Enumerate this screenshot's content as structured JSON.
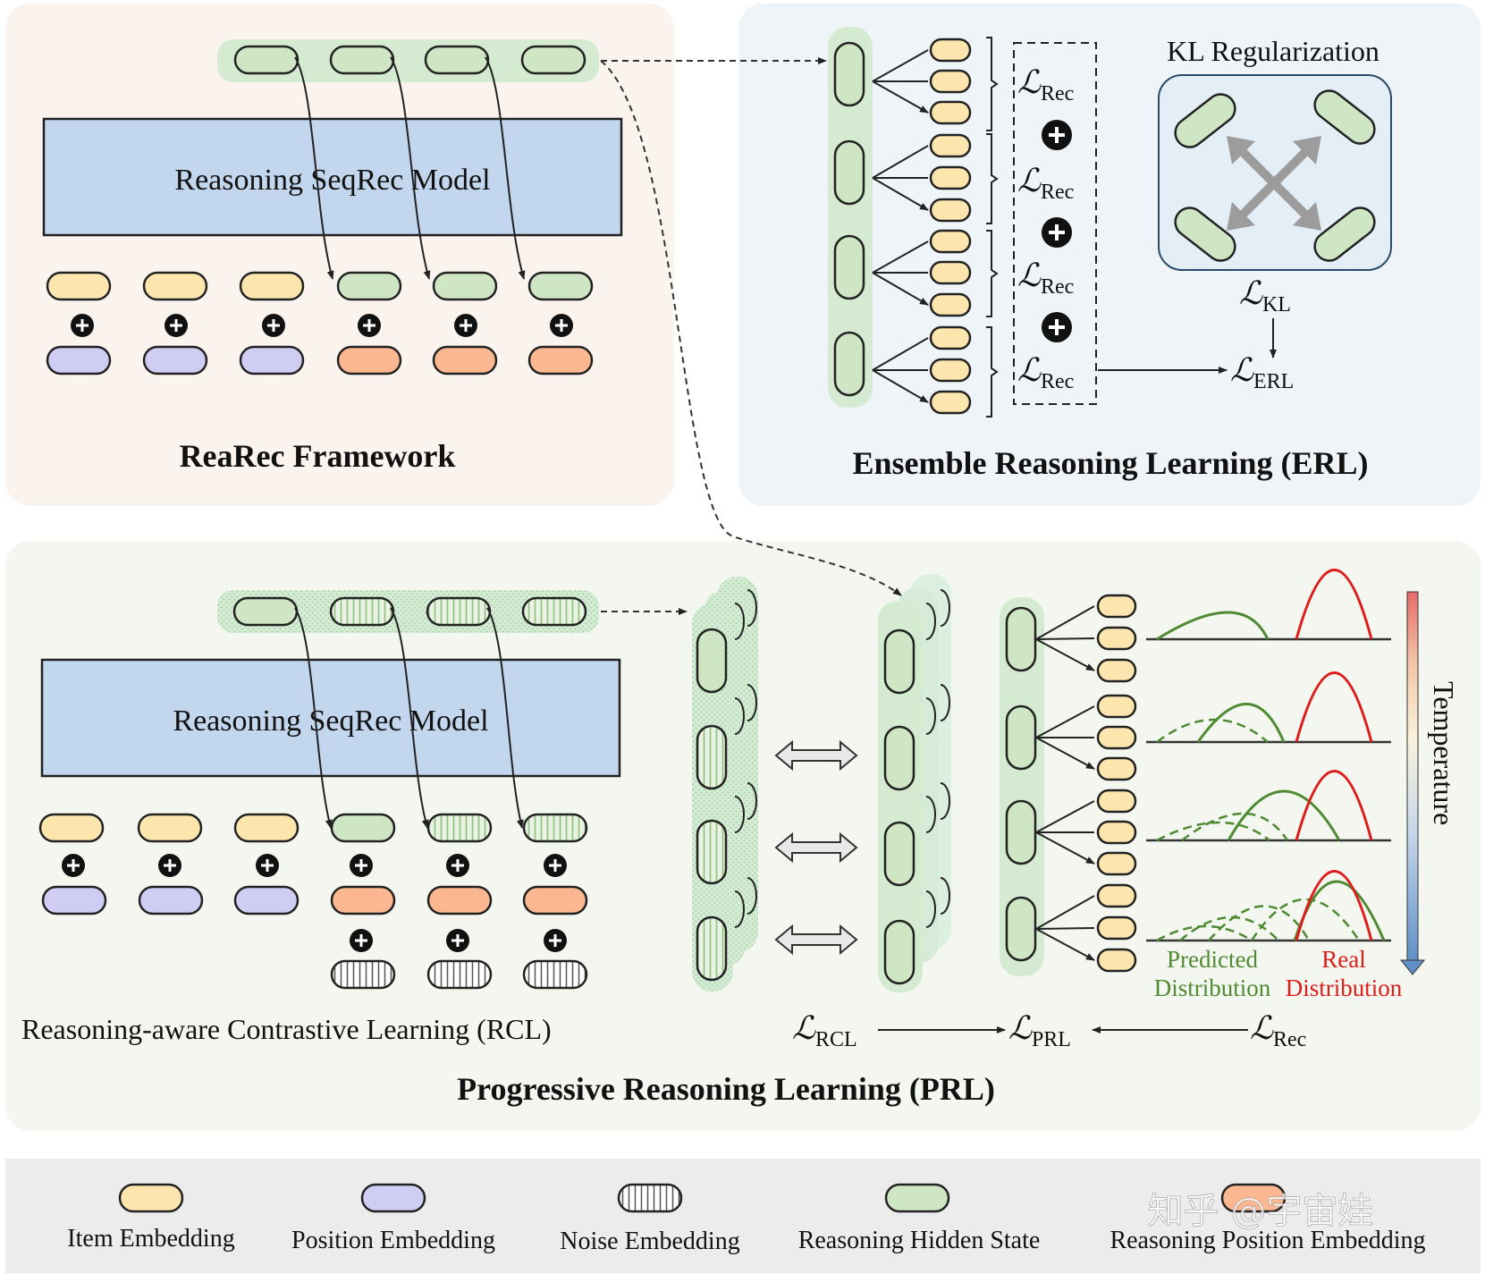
{
  "framework": {
    "title": "ReaRec Framework",
    "model_label": "Reasoning SeqRec Model"
  },
  "erl": {
    "title": "Ensemble Reasoning Learning (ERL)",
    "kl_title": "KL Regularization",
    "loss_rec": "ℒ",
    "loss_rec_sub": "Rec",
    "loss_kl": "ℒ",
    "loss_kl_sub": "KL",
    "loss_erl": "ℒ",
    "loss_erl_sub": "ERL"
  },
  "prl": {
    "title": "Progressive Reasoning Learning (PRL)",
    "model_label": "Reasoning SeqRec Model",
    "rcl_label": "Reasoning-aware Contrastive Learning (RCL)",
    "predicted_label_1": "Predicted",
    "predicted_label_2": "Distribution",
    "real_label_1": "Real",
    "real_label_2": "Distribution",
    "temperature_label": "Temperature",
    "loss_rcl": "ℒ",
    "loss_rcl_sub": "RCL",
    "loss_prl": "ℒ",
    "loss_prl_sub": "PRL",
    "loss_rec": "ℒ",
    "loss_rec_sub": "Rec"
  },
  "legend": {
    "item": "Item Embedding",
    "position": "Position Embedding",
    "noise": "Noise Embedding",
    "reasoning_hidden": "Reasoning Hidden State",
    "reasoning_position": "Reasoning Position Embedding"
  },
  "watermark": "知乎 @宇宙娃",
  "colors": {
    "item": "#fce6ad",
    "position": "#cfcdf4",
    "reasoning_pos": "#fbb890",
    "green": "#cfe6c4",
    "model": "#c2d6ee",
    "framework_bg": "#fbf3ee",
    "erl_bg": "#eef4f8",
    "prl_bg": "#f4f7ef",
    "legend_bg": "#ececec",
    "predicted": "#4e8a32",
    "real": "#dd1c1c"
  }
}
